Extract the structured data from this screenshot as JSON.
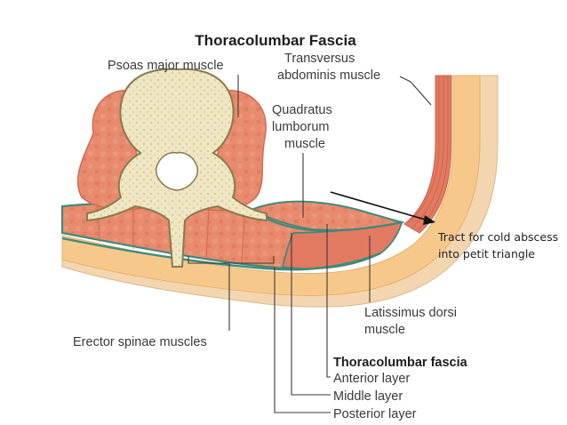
{
  "title": "Thoracolumbar Fascia",
  "labels": {
    "psoas": "Psoas major muscle",
    "transversus_line1": "Transversus",
    "transversus_line2": "abdominis muscle",
    "quadratus_line1": "Quadratus",
    "quadratus_line2": "lumborum",
    "quadratus_line3": "muscle",
    "erector": "Erector spinae muscles",
    "latissimus_line1": "Latissimus dorsi",
    "latissimus_line2": "muscle",
    "fascia_heading": "Thoracolumbar fascia",
    "anterior": "Anterior layer",
    "middle": "Middle layer",
    "posterior": "Posterior layer"
  },
  "annotation": {
    "line1": "Tract for cold abscess",
    "line2": "into petit triangle"
  },
  "colors": {
    "muscle": "#e88a6d",
    "muscle_dark": "#d9705a",
    "bone": "#efe6c4",
    "bone_edge": "#8a7a4a",
    "fat": "#f6c98a",
    "fascia": "#3f8a7a",
    "skin": "#f3d6b0"
  }
}
